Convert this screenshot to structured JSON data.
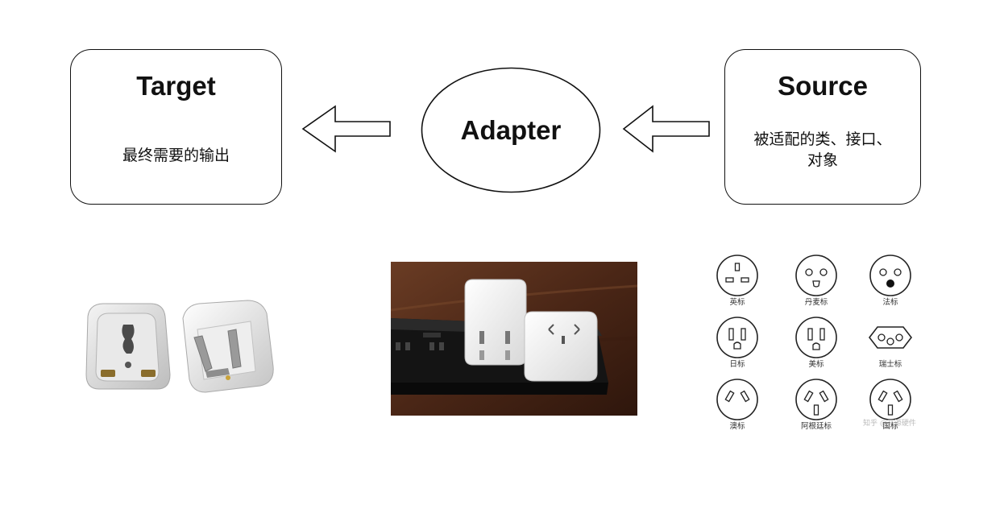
{
  "target": {
    "title": "Target",
    "description": "最终需要的输出"
  },
  "adapter": {
    "label": "Adapter"
  },
  "source": {
    "title": "Source",
    "description_line1": "被适配的类、接口、",
    "description_line2": "对象"
  },
  "socket_standards": {
    "labels": [
      "英标",
      "丹麦标",
      "法标",
      "日标",
      "美标",
      "瑞士标",
      "澳标",
      "阿根廷标",
      "国标"
    ],
    "watermark": "知乎 @开源硬件"
  }
}
